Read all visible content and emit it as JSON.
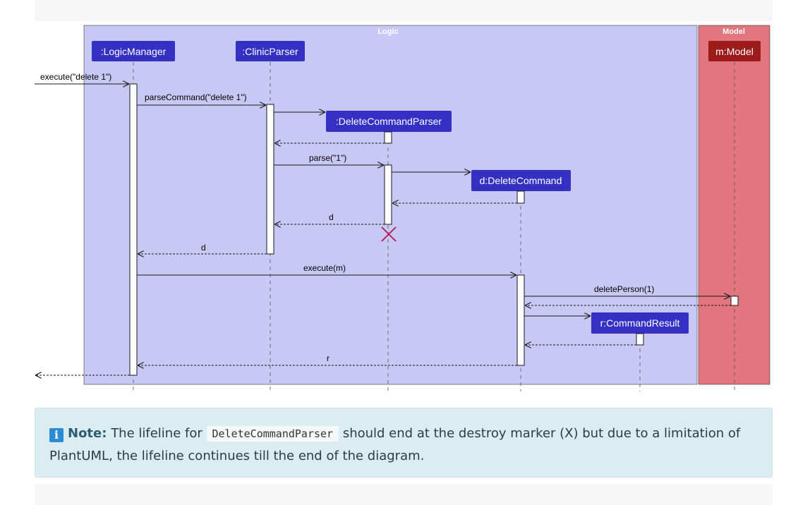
{
  "diagram": {
    "boxes": {
      "logic": "Logic",
      "model": "Model"
    },
    "participants": [
      ":LogicManager",
      ":ClinicParser",
      ":DeleteCommandParser",
      "d:DeleteCommand",
      "r:CommandResult",
      "m:Model"
    ],
    "messages": [
      "execute(\"delete 1\")",
      "parseCommand(\"delete 1\")",
      "parse(\"1\")",
      "d",
      "d",
      "execute(m)",
      "deletePerson(1)",
      "r"
    ],
    "colors": {
      "logic_box": "#c8c8f5",
      "model_box": "#e3757e",
      "participant": "#3530c4",
      "model_participant": "#9c1c1c",
      "destroy_marker": "#b0164a"
    }
  },
  "note": {
    "label": "Note:",
    "text_before": "The lifeline for",
    "code": "DeleteCommandParser",
    "text_after": "should end at the destroy marker (X) but due to a limitation of PlantUML, the lifeline continues till the end of the diagram."
  }
}
